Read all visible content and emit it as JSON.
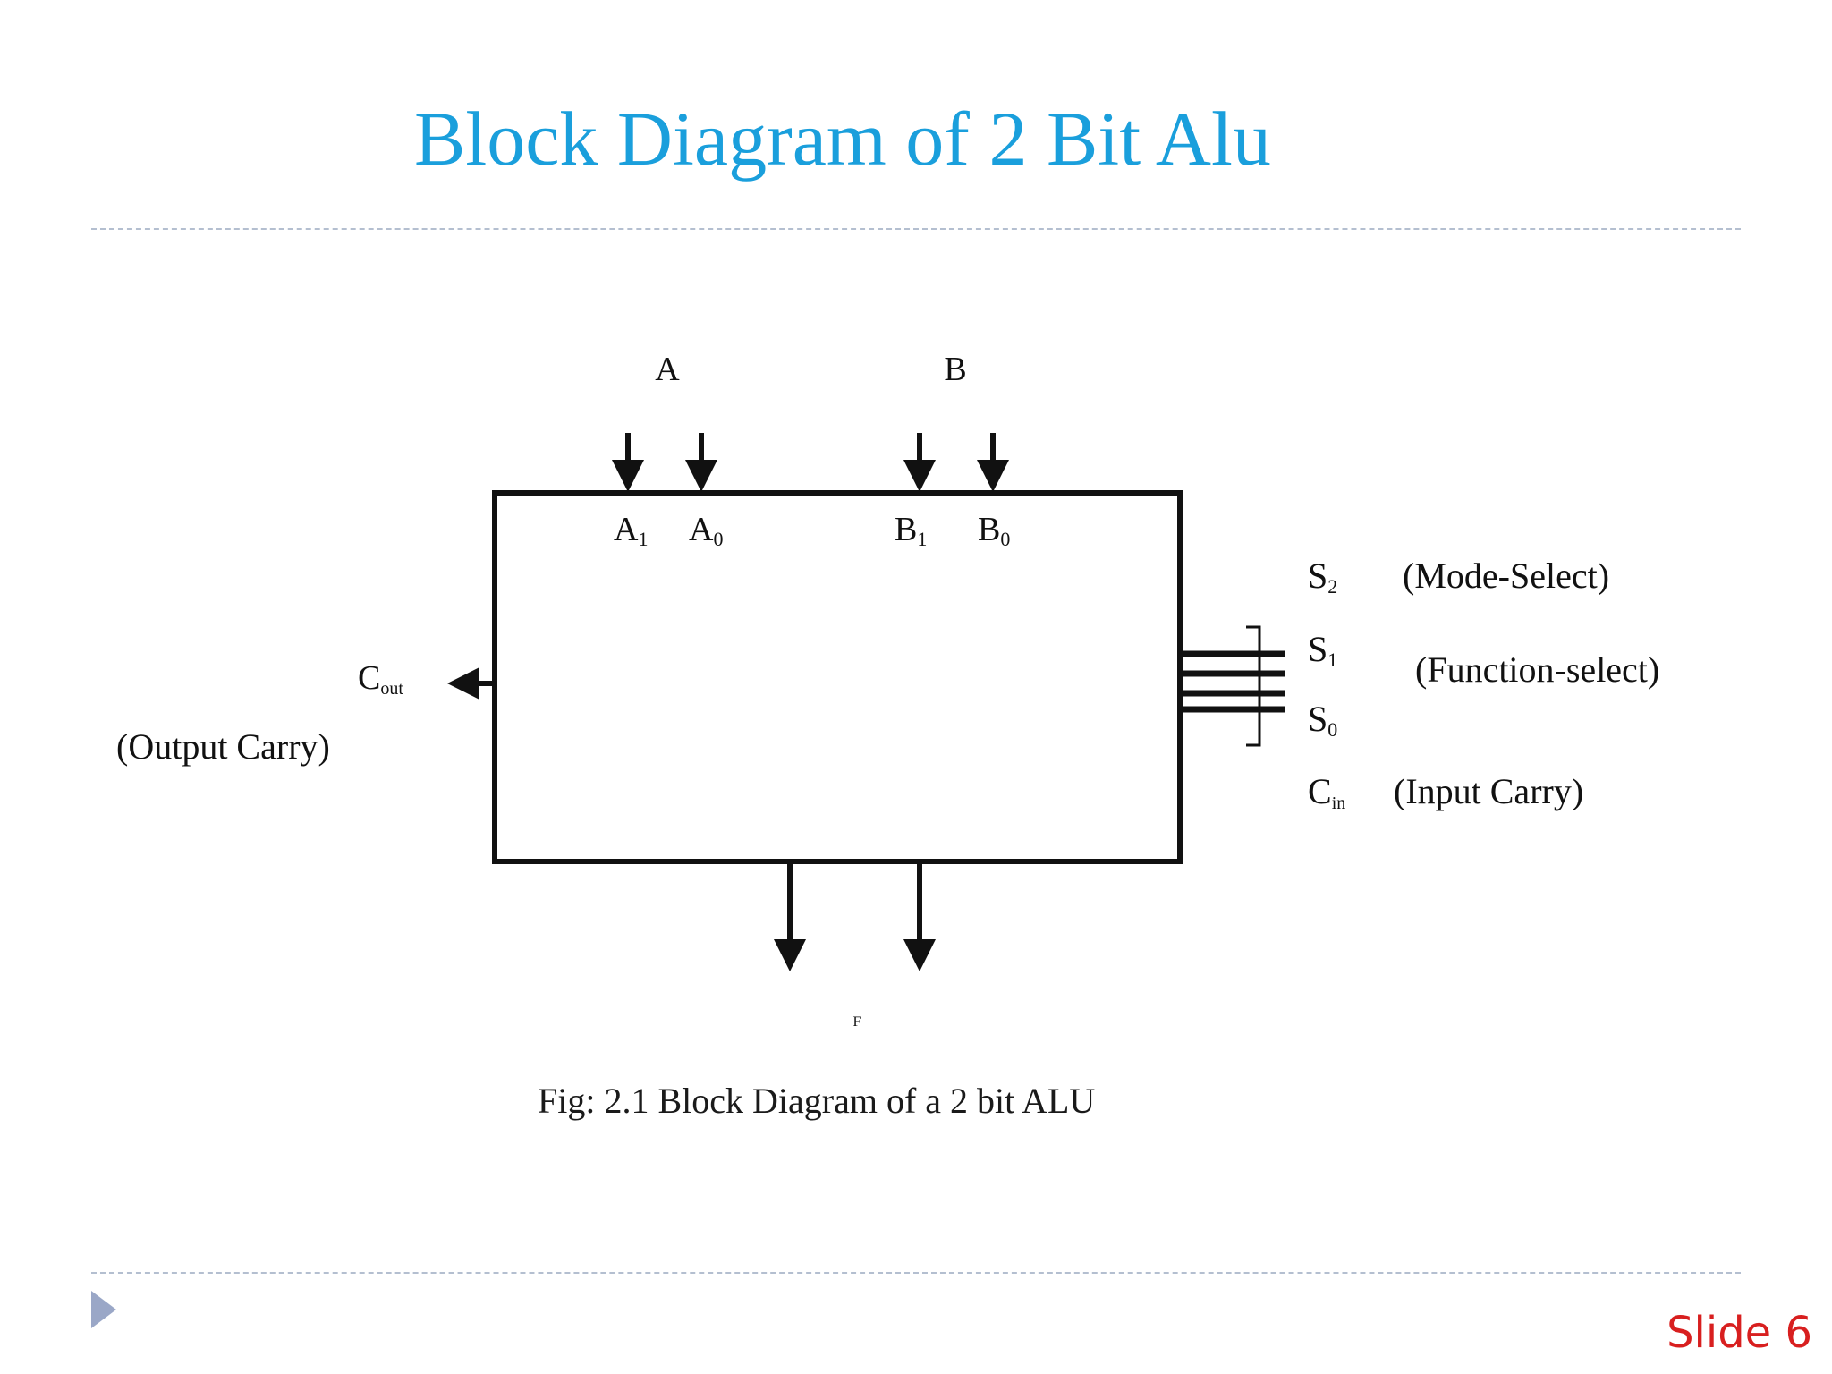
{
  "slide": {
    "title": "Block Diagram of 2 Bit Alu",
    "slide_number": "Slide 6",
    "colors": {
      "title": "#1a9fdc",
      "slide_number": "#d81f1f",
      "rule": "#b4bfd0",
      "nav_arrow": "#9aa7c7"
    },
    "icons": {
      "nav": "triangle-right-icon"
    }
  },
  "diagram": {
    "input_a_label": "A",
    "input_b_label": "B",
    "pins": {
      "a1": {
        "base": "A",
        "sub": "1"
      },
      "a0": {
        "base": "A",
        "sub": "0"
      },
      "b1": {
        "base": "B",
        "sub": "1"
      },
      "b0": {
        "base": "B",
        "sub": "0"
      }
    },
    "selects": {
      "s2": {
        "base": "S",
        "sub": "2",
        "desc": "(Mode-Select)"
      },
      "s1": {
        "base": "S",
        "sub": "1",
        "desc": "(Function-select)"
      },
      "s0": {
        "base": "S",
        "sub": "0"
      },
      "cin": {
        "base": "C",
        "sub": "in",
        "desc": "(Input Carry)"
      }
    },
    "cout": {
      "base": "C",
      "sub": "out",
      "desc": "(Output Carry)"
    },
    "output_label": "F",
    "caption": "Fig: 2.1 Block Diagram of a 2 bit ALU"
  }
}
